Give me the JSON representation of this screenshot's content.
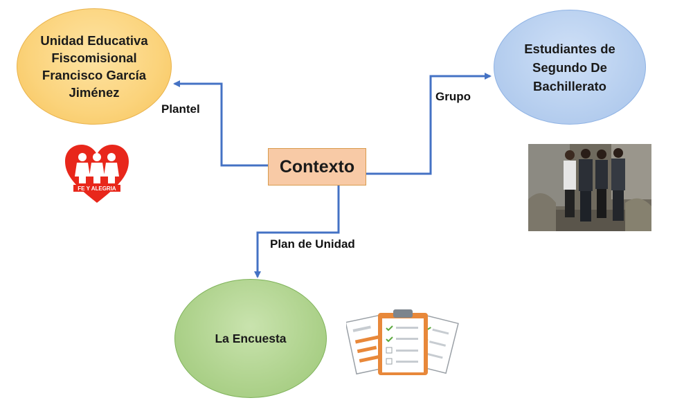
{
  "nodes": {
    "center": "Contexto",
    "school": "Unidad Educativa Fiscomisional Francisco García Jiménez",
    "students": "Estudiantes de Segundo De Bachillerato",
    "survey": "La Encuesta"
  },
  "edges": {
    "to_school": "Plantel",
    "to_students": "Grupo",
    "to_survey": "Plan de Unidad"
  },
  "logo_text": "FE Y ALEGRIA",
  "colors": {
    "arrow": "#4472c4",
    "school_fill": "#fbd37b",
    "students_fill": "#b7cfef",
    "survey_fill": "#aed28c",
    "center_fill": "#f8caa6",
    "logo_red": "#e8271b"
  }
}
